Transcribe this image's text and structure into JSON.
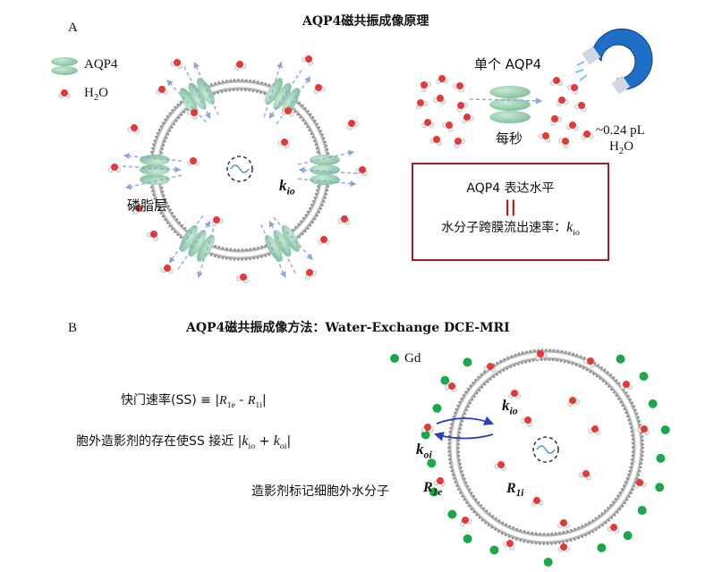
{
  "panel_a": {
    "letter": "A",
    "title": "AQP4磁共振成像原理",
    "legend_aqp4": "AQP4",
    "legend_h2o": "H",
    "legend_h2o_sub": "2",
    "legend_h2o_end": "O",
    "membrane_label": "磷脂层",
    "kio_main": "k",
    "kio_sub": "io",
    "single_aqp4": "单个 AQP4",
    "per_second": "每秒",
    "volume_line1": "~0.24 pL",
    "volume_line2_h": "H",
    "volume_line2_sub": "2",
    "volume_line2_o": "O",
    "box_line1": "AQP4 表达水平",
    "box_equals": "||",
    "box_line3": "水分子跨膜流出速率：",
    "box_k": "k",
    "box_k_sub": "io"
  },
  "panel_b": {
    "letter": "B",
    "title": "AQP4磁共振成像方法：Water-Exchange DCE-MRI",
    "legend_gd": "Gd",
    "ss_text": "快门速率(SS) ≡ |",
    "ss_r1e": "R",
    "ss_r1e_sub": "1e",
    "ss_minus": " - ",
    "ss_r1i": "R",
    "ss_r1i_sub": "1i",
    "ss_end": "|",
    "agent_text": "胞外造影剂的存在使SS 接近 |",
    "agent_kio": "k",
    "agent_kio_sub": "io",
    "agent_plus": " + ",
    "agent_koi": "k",
    "agent_koi_sub": "oi",
    "agent_end": "|",
    "label_text": "造影剂标记细胞外水分子",
    "r1e": "R",
    "r1e_sub": "1e",
    "r1i": "R",
    "r1i_sub": "1i",
    "kio": "k",
    "kio_sub": "io",
    "koi": "k",
    "koi_sub": "oi"
  },
  "colors": {
    "aqp4_green": "#9fd1b4",
    "membrane_gray": "#8c8c8c",
    "oxygen_red": "#e53935",
    "gd_green": "#1aa84a",
    "arrow_blue": "#8fa6dd",
    "exchange_blue": "#2a3fbf",
    "box_border": "#a02020",
    "magnet_blue": "#1f6fc8"
  }
}
